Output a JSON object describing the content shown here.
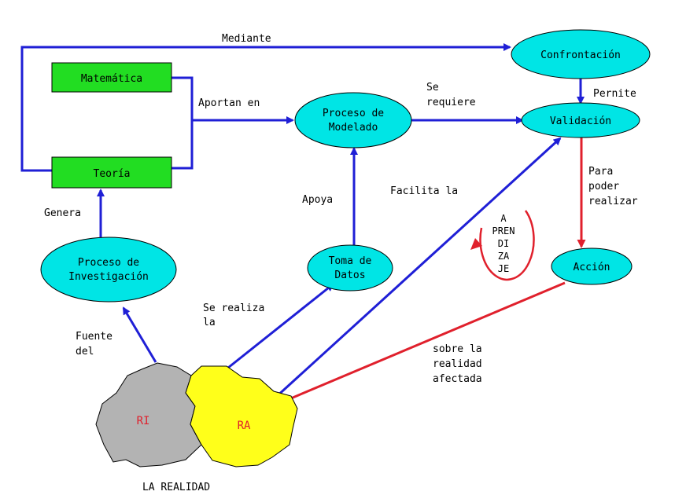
{
  "colors": {
    "node_fill": "#00e5e5",
    "box_fill": "#22dd22",
    "arrow_blue": "#1f1fd6",
    "arrow_red": "#e0202c",
    "reality_gray": "#b3b3b3",
    "reality_yellow": "#ffff1a"
  },
  "boxes": {
    "matematica": "Matemática",
    "teoria": "Teoría"
  },
  "nodes": {
    "confrontacion": "Confrontación",
    "proceso_modelado": [
      "Proceso de",
      "Modelado"
    ],
    "validacion": "Validación",
    "proceso_investigacion": [
      "Proceso de",
      "Investigación"
    ],
    "toma_datos": [
      "Toma de",
      "Datos"
    ],
    "accion": "Acción"
  },
  "edge_labels": {
    "mediante": "Mediante",
    "aportan_en": "Aportan en",
    "se_requiere": [
      "Se",
      "requiere"
    ],
    "pernite": "Pernite",
    "genera": "Genera",
    "apoya": "Apoya",
    "facilita_la": "Facilita la",
    "para_poder_realizar": [
      "Para",
      "poder",
      "realizar"
    ],
    "se_realiza_la": [
      "Se realiza",
      "la"
    ],
    "fuente_del": [
      "Fuente",
      "del"
    ],
    "sobre_la_realidad": [
      "sobre la",
      "realidad",
      "afectada"
    ]
  },
  "aprendizaje": [
    "A",
    "PREN",
    "DI",
    "ZA",
    "JE"
  ],
  "reality": {
    "ri": "RI",
    "ra": "RA",
    "caption": "LA REALIDAD"
  }
}
